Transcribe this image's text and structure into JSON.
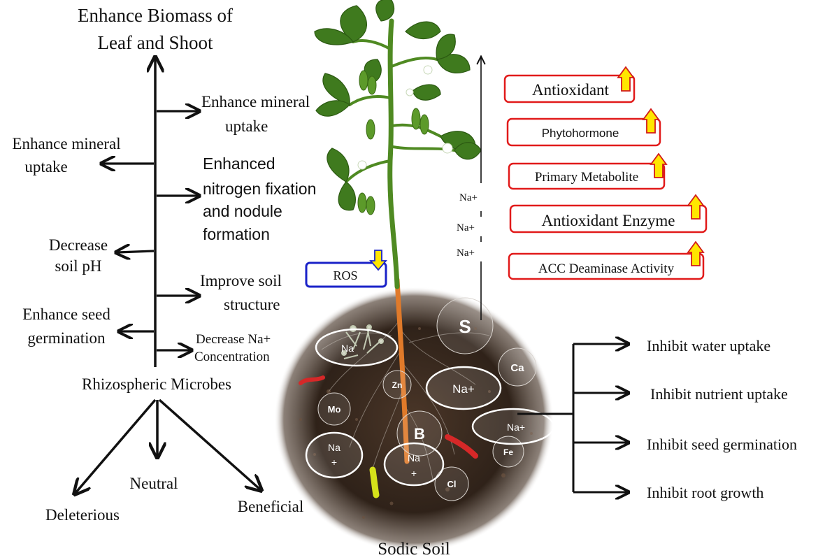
{
  "title": {
    "line1": "Enhance Biomass of",
    "line2": "Leaf and Shoot"
  },
  "microbes": {
    "label": "Rhizospheric Microbes",
    "right_effects": {
      "mineral": [
        "Enhance mineral",
        "uptake"
      ],
      "nitrogen": [
        "Enhanced",
        "nitrogen fixation",
        "and nodule",
        "formation"
      ],
      "soil_structure": [
        "Improve soil",
        "structure"
      ],
      "sodium": [
        "Decrease Na+",
        "Concentration"
      ]
    },
    "left_effects": {
      "mineral": [
        "Enhance mineral",
        "uptake"
      ],
      "ph": [
        "Decrease",
        "soil pH"
      ],
      "germination": [
        "Enhance seed",
        "germination"
      ]
    },
    "types": {
      "deleterious": "Deleterious",
      "neutral": "Neutral",
      "beneficial": "Beneficial"
    }
  },
  "ros": {
    "label": "ROS",
    "trend": "down"
  },
  "increase_boxes": [
    {
      "label": "Antioxidant",
      "trend": "up"
    },
    {
      "label": "Phytohormone",
      "trend": "up"
    },
    {
      "label": "Primary Metabolite",
      "trend": "up"
    },
    {
      "label": "Antioxidant Enzyme",
      "trend": "up"
    },
    {
      "label": "ACC Deaminase Activity",
      "trend": "up"
    }
  ],
  "sodium_flux": [
    "Na+",
    "Na+",
    "Na+"
  ],
  "soil": {
    "caption": "Sodic Soil",
    "elements": {
      "s": "S",
      "ca": "Ca",
      "zn": "Zn",
      "mo": "Mo",
      "b": "B",
      "fe": "Fe",
      "cl": "Cl",
      "na": "Na",
      "na_plus": "Na+",
      "na_split": [
        "Na",
        "+"
      ]
    }
  },
  "inhibitions": [
    "Inhibit water uptake",
    "Inhibit nutrient uptake",
    "Inhibit seed germination",
    "Inhibit root growth"
  ],
  "colors": {
    "arrow": "#111111",
    "red_box": "#e11a1a",
    "blue_box": "#1a22c8",
    "up_arrow_fill": "#ffe600",
    "up_arrow_stroke": "#d11a1a",
    "down_arrow_fill": "#ffe600",
    "down_arrow_stroke": "#1a22c8",
    "leaf": "#3f7a1e",
    "stem": "#4f8a22",
    "root": "#e07a2a",
    "soil": "#3a2a20"
  }
}
